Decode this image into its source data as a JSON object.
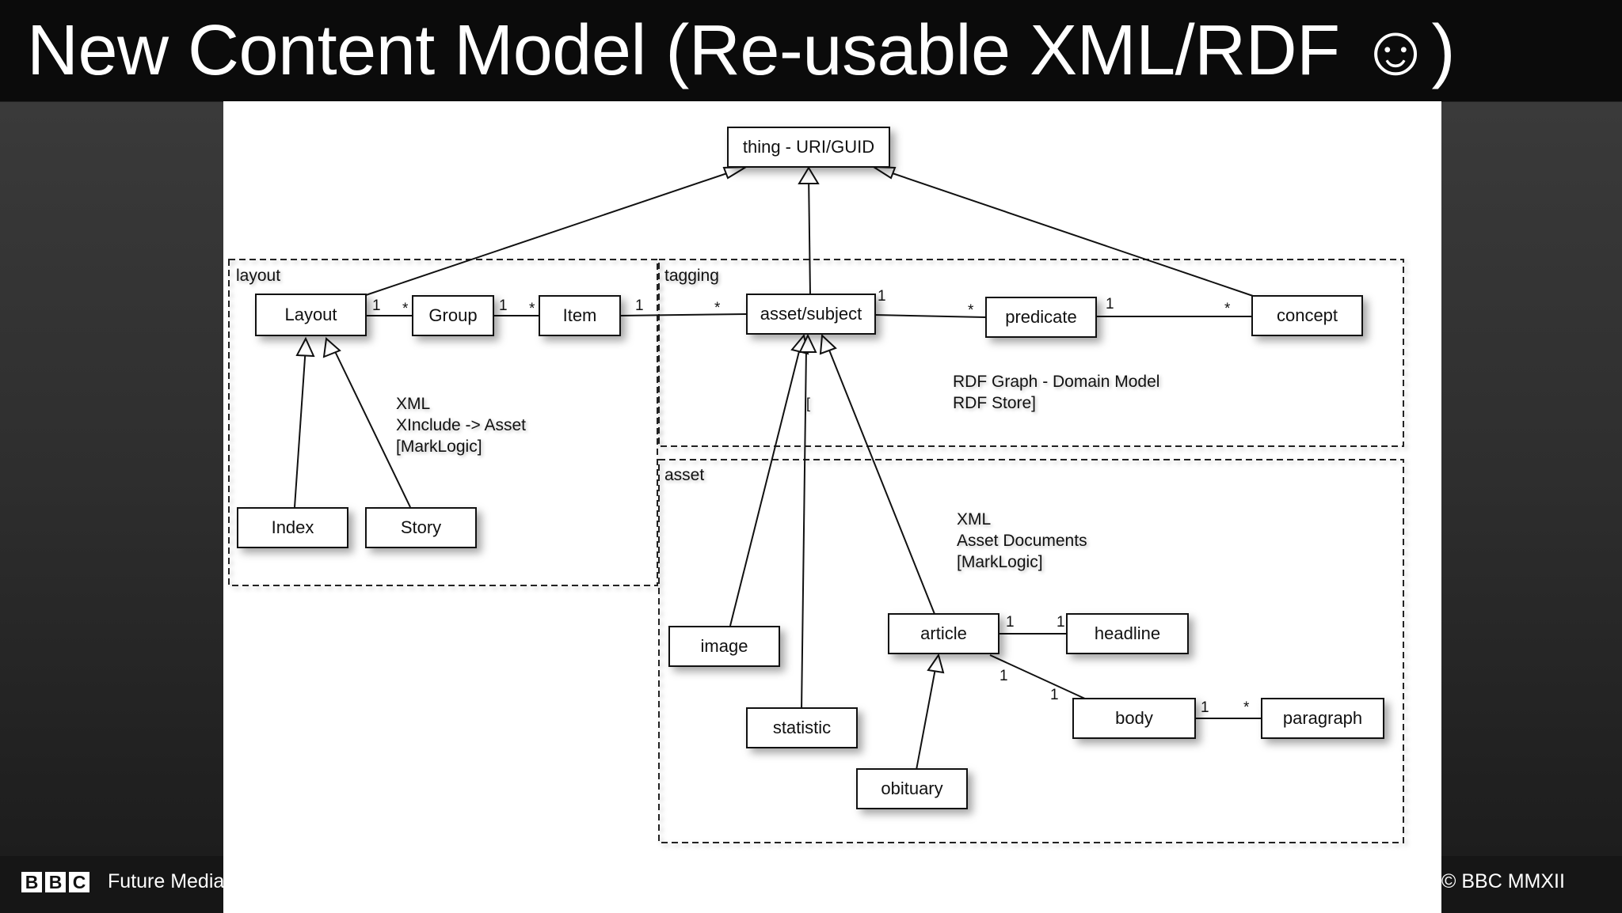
{
  "slide": {
    "title": "New Content Model (Re-usable XML/RDF ☺)",
    "footer_logo_letters": [
      "B",
      "B",
      "C"
    ],
    "footer_text": "Future Media",
    "copyright": "© BBC MMXII"
  },
  "diagram": {
    "packages": {
      "layout": "layout",
      "tagging": "tagging",
      "asset": "asset"
    },
    "classes": {
      "thing": "thing - URI/GUID",
      "layout": "Layout",
      "group": "Group",
      "item": "Item",
      "index": "Index",
      "story": "Story",
      "asset_subject": "asset/subject",
      "predicate": "predicate",
      "concept": "concept",
      "image": "image",
      "statistic": "statistic",
      "article": "article",
      "obituary": "obituary",
      "headline": "headline",
      "body": "body",
      "paragraph": "paragraph"
    },
    "notes": {
      "layout_note": [
        "XML",
        "XInclude -> Asset",
        "[MarkLogic]"
      ],
      "rdf_note": [
        "RDF Graph - Domain Model",
        "RDF Store]"
      ],
      "bracket": "[",
      "asset_note": [
        "XML",
        "Asset Documents",
        "[MarkLogic]"
      ]
    },
    "multiplicities": {
      "layout_group_a": "1",
      "layout_group_b": "*",
      "group_item_a": "1",
      "group_item_b": "*",
      "item_asset_a": "1",
      "item_asset_b": "*",
      "asset_thing": "1",
      "asset_pred_b": "*",
      "pred_concept_a": "1",
      "pred_concept_b": "*",
      "article_headline_a": "1",
      "article_headline_b": "1",
      "article_body_a": "1",
      "article_body_b": "1",
      "body_para_a": "1",
      "body_para_b": "*"
    }
  }
}
